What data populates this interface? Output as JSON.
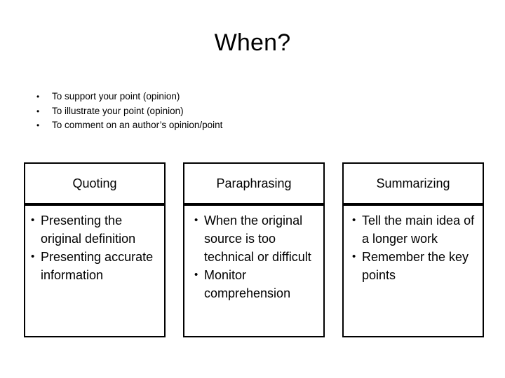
{
  "slide": {
    "title": "When?",
    "bullets": [
      {
        "marker": "•",
        "text": "To support your point (opinion)"
      },
      {
        "marker": "•",
        "text": "To illustrate your point (opinion)"
      },
      {
        "marker": "•",
        "text": "To comment on an author’s opinion/point"
      }
    ],
    "table": {
      "columns": [
        {
          "header": "Quoting",
          "items": [
            {
              "marker": "•",
              "text": "Presenting the original definition"
            },
            {
              "marker": "•",
              "text": "Presenting accurate information"
            }
          ]
        },
        {
          "header": "Paraphrasing",
          "items": [
            {
              "marker": "•",
              "text": "When the original source is too technical or difficult"
            },
            {
              "marker": "•",
              "text": "Monitor comprehension"
            }
          ]
        },
        {
          "header": "Summarizing",
          "items": [
            {
              "marker": "•",
              "text": "Tell the main idea of a longer work"
            },
            {
              "marker": "•",
              "text": "Remember the key points"
            }
          ]
        }
      ]
    }
  }
}
